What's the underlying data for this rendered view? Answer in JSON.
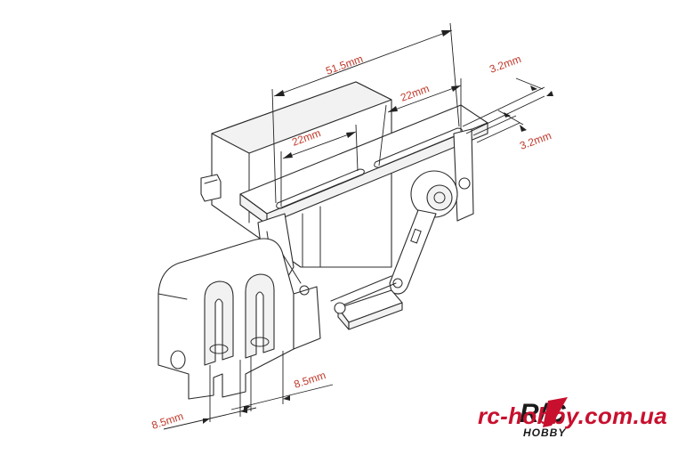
{
  "dimensions": {
    "overall_length": "51.5mm",
    "slot_left": "22mm",
    "slot_right": "22mm",
    "slot_width_top": "3.2mm",
    "slot_width_side": "3.2mm",
    "fork_gap_left": "8.5mm",
    "fork_gap_right": "8.5mm"
  },
  "branding": {
    "logo_mark": "R/C",
    "logo_sub": "HOBBY",
    "website": "rc-hobby.com.ua",
    "brand_color": "#c8102e"
  },
  "colors": {
    "line": "#2b2b2b",
    "dimension_text": "#c0392b"
  }
}
